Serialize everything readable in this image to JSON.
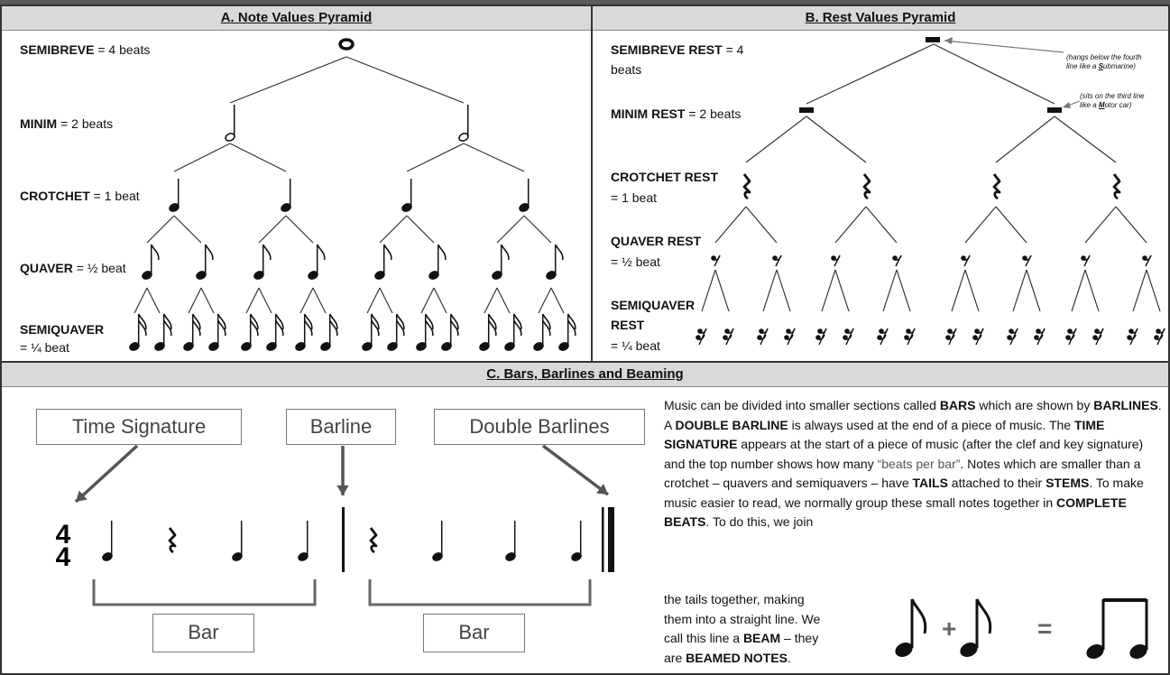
{
  "sectionA": {
    "title": "A. Note Values Pyramid",
    "rows": [
      {
        "name": "SEMIBREVE",
        "rest": " = 4 beats"
      },
      {
        "name": "MINIM",
        "rest": " = 2 beats"
      },
      {
        "name": "CROTCHET",
        "rest": "  = 1 beat"
      },
      {
        "name": "QUAVER",
        "rest": " = ½ beat"
      },
      {
        "name": "SEMIQUAVER",
        "rest": "= ¼ beat"
      }
    ]
  },
  "sectionB": {
    "title": "B. Rest Values Pyramid",
    "rows": [
      {
        "name": "SEMIBREVE REST",
        "rest": " = 4",
        "line2": "beats"
      },
      {
        "name": "MINIM REST",
        "rest": " = 2 beats"
      },
      {
        "name": "CROTCHET REST",
        "line2": "= 1 beat"
      },
      {
        "name": "QUAVER REST",
        "line2": " = ½ beat"
      },
      {
        "name": "SEMIQUAVER",
        "line2": "REST",
        "line3": "= ¼ beat"
      }
    ],
    "note1_a": "(hangs below the fourth",
    "note1_b": "line like a ",
    "note1_c": "S",
    "note1_d": "ubmarine)",
    "note2_a": "(sits on the third line",
    "note2_b": "like a ",
    "note2_c": "M",
    "note2_d": "otor car)"
  },
  "sectionC": {
    "title": "C. Bars, Barlines and Beaming",
    "labels": {
      "time_signature": "Time Signature",
      "barline": "Barline",
      "double_barlines": "Double Barlines",
      "bar": "Bar"
    },
    "time_sig_top": "4",
    "time_sig_bottom": "4",
    "paragraph": {
      "t1": "Music can be divided into smaller sections called ",
      "b1": "BARS",
      "t2": " which are shown by ",
      "b2": "BARLINES",
      "t3": ".  A ",
      "b3": "DOUBLE BARLINE",
      "t4": " is always used at the end of a piece of music.  The ",
      "b4": "TIME SIGNATURE",
      "t5": " appears at the start of a piece of music (after the clef and key signature) and the top number shows how many ",
      "g1": "“beats per bar”",
      "t6": ". Notes which are smaller than a crotchet – quavers and semiquavers – have ",
      "b5": "TAILS",
      "t7": " attached to their ",
      "b6": "STEMS",
      "t8": ".  To make music easier to read, we normally group these small notes together in ",
      "b7": "COMPLETE BEATS",
      "t9": ".  To do this, we join"
    },
    "paragraph2": {
      "l1": "the tails together, making",
      "l2": "them into a straight line.  We",
      "l3a": "call this line a ",
      "l3b": "BEAM",
      "l3c": " – they",
      "l4a": "are ",
      "l4b": "BEAMED NOTES",
      "l4c": "."
    },
    "plus": "+",
    "equals": "="
  }
}
